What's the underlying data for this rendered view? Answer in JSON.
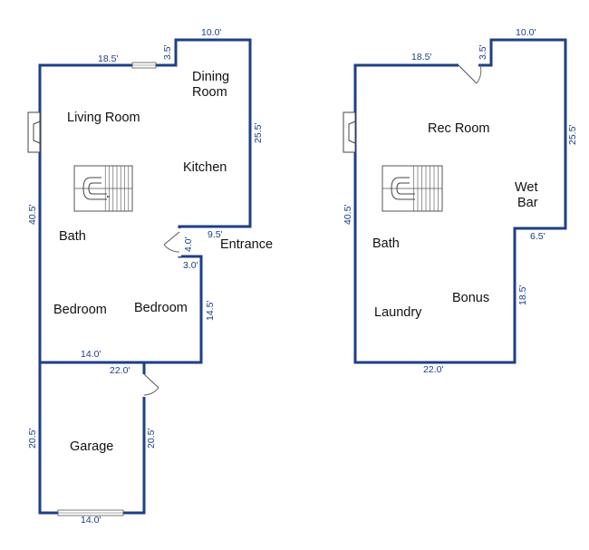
{
  "plans": [
    {
      "id": "main-floor",
      "rooms": {
        "living_room": "Living Room",
        "dining": [
          "Dining",
          "Room"
        ],
        "kitchen": "Kitchen",
        "bath": "Bath",
        "entrance": "Entrance",
        "bedroom_left": "Bedroom",
        "bedroom_right": "Bedroom",
        "garage": "Garage"
      },
      "dimensions": {
        "top_left": "18.5'",
        "top_notch": "3.5'",
        "top_right": "10.0'",
        "right_upper": "25.5'",
        "left": "40.5'",
        "ledge": "9.5'",
        "step": "4.0'",
        "step_horizontal": "3.0'",
        "right_lower": "14.5'",
        "bottom": "14.0'",
        "garage_top": "22.0'",
        "garage_left": "20.5'",
        "garage_right": "20.5'",
        "garage_bottom": "14.0'"
      }
    },
    {
      "id": "lower-floor",
      "rooms": {
        "rec_room": "Rec Room",
        "wet_bar": [
          "Wet",
          "Bar"
        ],
        "bath": "Bath",
        "bonus": "Bonus",
        "laundry": "Laundry"
      },
      "dimensions": {
        "top_left": "18.5'",
        "top_notch": "3.5'",
        "top_right": "10.0'",
        "right_upper": "25.5'",
        "left": "40.5'",
        "ledge": "6.5'",
        "right_lower": "18.5'",
        "bottom": "22.0'"
      }
    }
  ]
}
